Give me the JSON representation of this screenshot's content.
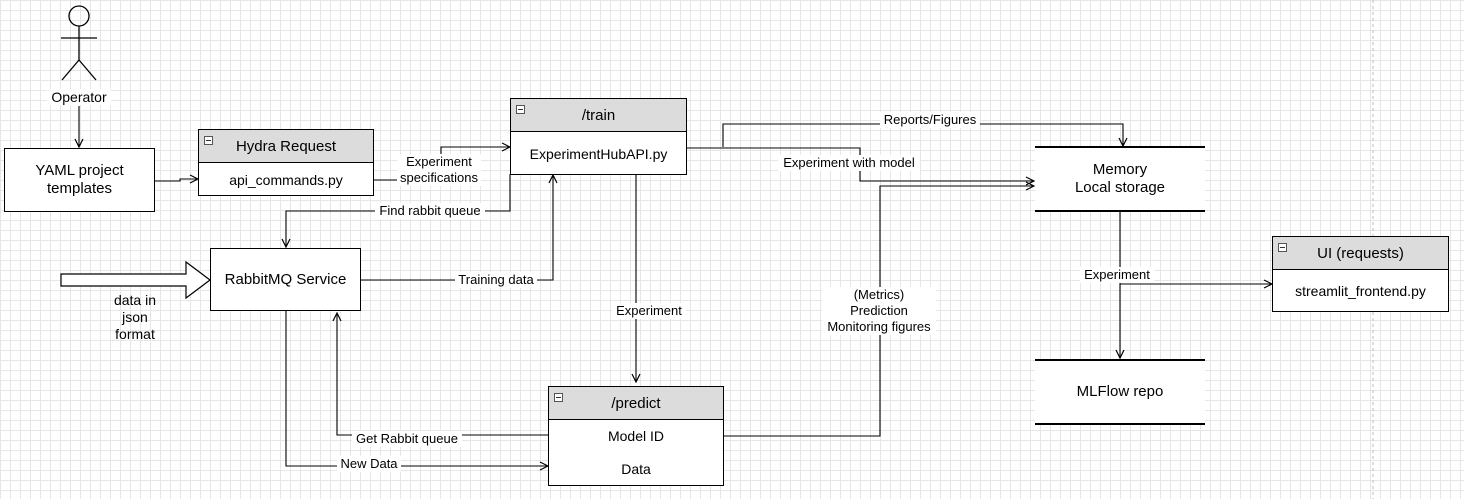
{
  "actor": {
    "label": "Operator"
  },
  "yaml_box": {
    "label": "YAML project\ntemplates"
  },
  "hydra": {
    "title": "Hydra Request",
    "row": "api_commands.py"
  },
  "train": {
    "title": "/train",
    "row": "ExperimentHubAPI.py"
  },
  "rabbit": {
    "label": "RabbitMQ Service"
  },
  "predict": {
    "title": "/predict",
    "rows": [
      "Model ID",
      "Data"
    ]
  },
  "memory": {
    "label": "Memory\nLocal storage"
  },
  "mlflow": {
    "label": "MLFlow repo"
  },
  "ui": {
    "title": "UI (requests)",
    "row": "streamlit_frontend.py"
  },
  "edge_labels": {
    "experiment_specs": "Experiment\nspecifications",
    "find_rabbit_queue": "Find rabbit queue",
    "training_data": "Training data",
    "data_in_json": "data in\njson\nformat",
    "reports_figures": "Reports/Figures",
    "experiment_with_model": "Experiment with model",
    "experiment_down": "Experiment",
    "metrics": "(Metrics)\nPrediction\nMonitoring figures",
    "experiment_ui": "Experiment",
    "get_rabbit_queue": "Get Rabbit queue",
    "new_data": "New Data"
  },
  "colors": {
    "header_fill": "#dcdcdc",
    "grid": "#e6e6e6",
    "line": "#000000"
  }
}
